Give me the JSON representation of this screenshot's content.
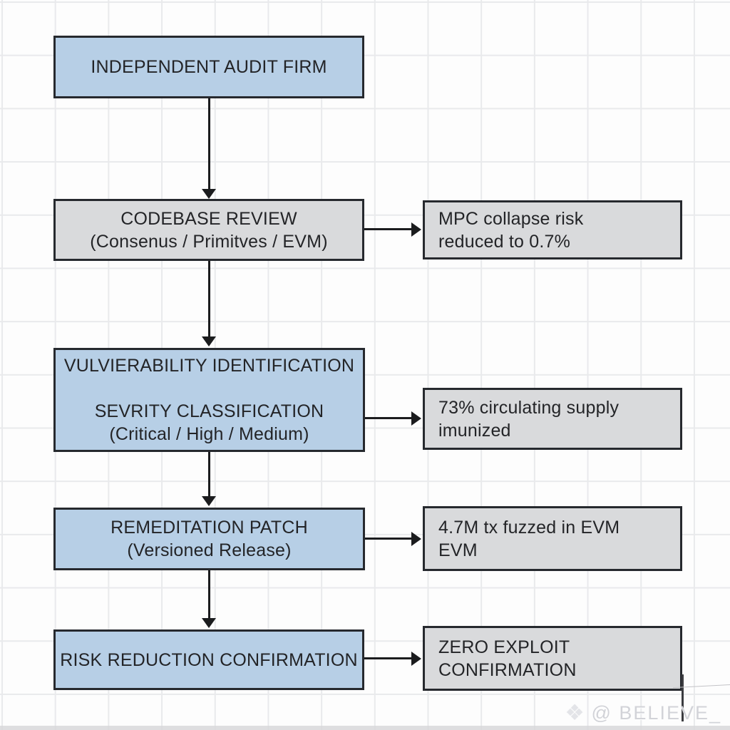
{
  "colors": {
    "node_blue": "#b7cfe6",
    "node_gray": "#d9dadc",
    "node_border": "#26292e",
    "arrow": "#1b1c1e",
    "grid_line": "#e9eaec",
    "background": "#fdfdfd",
    "watermark_gray": "#d2d3d8"
  },
  "flow": {
    "box1": {
      "line1": "INDEPENDENT AUDIT FIRM"
    },
    "box2": {
      "line1": "CODEBASE REVIEW",
      "line2": "(Consenus / Primitves / EVM)"
    },
    "box3": {
      "line1": "VULVIERABILITY IDENTIFICATION",
      "line2": "SEVRITY CLASSIFICATION",
      "line3": "(Critical / High / Medium)"
    },
    "box4": {
      "line1": "REMEDITATION PATCH",
      "line2": "(Versioned Release)"
    },
    "box5": {
      "line1": "RISK REDUCTION CONFIRMATION"
    }
  },
  "outcomes": {
    "box1": {
      "line1": "MPC collapse risk",
      "line2": "reduced to 0.7%"
    },
    "box2": {
      "line1": "73% circulating supply",
      "line2": "imunized"
    },
    "box3": {
      "line1": "4.7M tx fuzzed in EVM",
      "line2": "EVM"
    },
    "box4": {
      "line1": "ZERO EXPLOIT",
      "line2": "CONFIRMATION"
    }
  },
  "watermark": {
    "icon": "diamond-logo",
    "icon_glyph": "❖",
    "text": "@ BELIEVE_"
  }
}
